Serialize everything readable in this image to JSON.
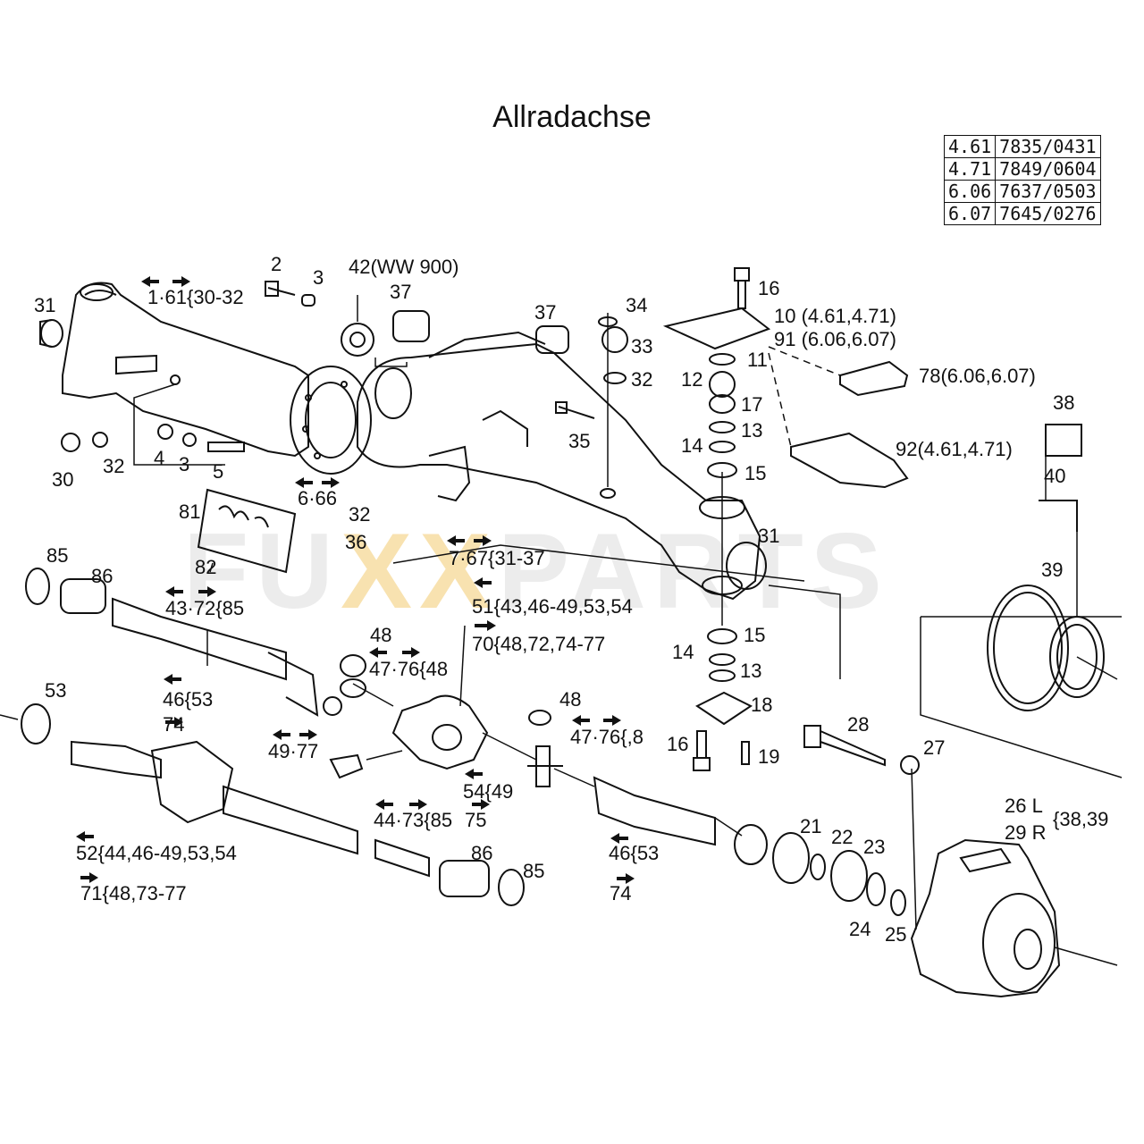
{
  "title": "Allradachse",
  "models_table": [
    {
      "model": "4.61",
      "code": "7835/0431"
    },
    {
      "model": "4.71",
      "code": "7849/0604"
    },
    {
      "model": "6.06",
      "code": "7637/0503"
    },
    {
      "model": "6.07",
      "code": "7645/0276"
    }
  ],
  "watermark": {
    "part1": "FU",
    "part2": "XX",
    "part3": "PARTS"
  },
  "callouts": [
    {
      "id": "c2",
      "text": "2"
    },
    {
      "id": "c3a",
      "text": "3"
    },
    {
      "id": "c42",
      "text": "42(WW 900)"
    },
    {
      "id": "c37a",
      "text": "37"
    },
    {
      "id": "c37b",
      "text": "37"
    },
    {
      "id": "c34",
      "text": "34"
    },
    {
      "id": "c33",
      "text": "33"
    },
    {
      "id": "c32a",
      "text": "32"
    },
    {
      "id": "c16a",
      "text": "16"
    },
    {
      "id": "c10",
      "text": "10 (4.61,4.71)"
    },
    {
      "id": "c91",
      "text": "91 (6.06,6.07)"
    },
    {
      "id": "c11",
      "text": "11"
    },
    {
      "id": "c78",
      "text": "78(6.06,6.07)"
    },
    {
      "id": "c12",
      "text": "12"
    },
    {
      "id": "c17",
      "text": "17"
    },
    {
      "id": "c13a",
      "text": "13"
    },
    {
      "id": "c14a",
      "text": "14"
    },
    {
      "id": "c15a",
      "text": "15"
    },
    {
      "id": "c92",
      "text": "92(4.61,4.71)"
    },
    {
      "id": "c38",
      "text": "38"
    },
    {
      "id": "c40",
      "text": "40"
    },
    {
      "id": "c31a",
      "text": "31"
    },
    {
      "id": "c161",
      "text": "1·61{30-32"
    },
    {
      "id": "c30",
      "text": "30"
    },
    {
      "id": "c32b",
      "text": "32"
    },
    {
      "id": "c4",
      "text": "4"
    },
    {
      "id": "c3b",
      "text": "3"
    },
    {
      "id": "c5",
      "text": "5"
    },
    {
      "id": "c35",
      "text": "35"
    },
    {
      "id": "c666",
      "text": "6·66"
    },
    {
      "id": "c81",
      "text": "81"
    },
    {
      "id": "c32c",
      "text": "32"
    },
    {
      "id": "c36",
      "text": "36"
    },
    {
      "id": "c82",
      "text": "82"
    },
    {
      "id": "c767",
      "text": "7·67{31-37"
    },
    {
      "id": "c31b",
      "text": "31"
    },
    {
      "id": "c39",
      "text": "39"
    },
    {
      "id": "c85a",
      "text": "85"
    },
    {
      "id": "c86a",
      "text": "86"
    },
    {
      "id": "c4372",
      "text": "43·72{85"
    },
    {
      "id": "c51",
      "text": "51{43,46-49,53,54"
    },
    {
      "id": "c70",
      "text": "70{48,72,74-77"
    },
    {
      "id": "c48a",
      "text": "48"
    },
    {
      "id": "c4776a",
      "text": "47·76{48"
    },
    {
      "id": "c15b",
      "text": "15"
    },
    {
      "id": "c14b",
      "text": "14"
    },
    {
      "id": "c13b",
      "text": "13"
    },
    {
      "id": "c18",
      "text": "18"
    },
    {
      "id": "c53a",
      "text": "53"
    },
    {
      "id": "c46a",
      "text": "46{53"
    },
    {
      "id": "c74a",
      "text": "74"
    },
    {
      "id": "c4977",
      "text": "49·77"
    },
    {
      "id": "c48b",
      "text": "48"
    },
    {
      "id": "c4776b",
      "text": "47·76{,8"
    },
    {
      "id": "c16b",
      "text": "16"
    },
    {
      "id": "c19",
      "text": "19"
    },
    {
      "id": "c28",
      "text": "28"
    },
    {
      "id": "c27",
      "text": "27"
    },
    {
      "id": "c54",
      "text": "54{49"
    },
    {
      "id": "c4473",
      "text": "44·73{85"
    },
    {
      "id": "c75",
      "text": "75"
    },
    {
      "id": "c26",
      "text": "26 L"
    },
    {
      "id": "c29",
      "text": "29 R"
    },
    {
      "id": "c3839",
      "text": "{38,39"
    },
    {
      "id": "c21",
      "text": "21"
    },
    {
      "id": "c22",
      "text": "22"
    },
    {
      "id": "c23",
      "text": "23"
    },
    {
      "id": "c24",
      "text": "24"
    },
    {
      "id": "c25",
      "text": "25"
    },
    {
      "id": "c52",
      "text": "52{44,46-49,53,54"
    },
    {
      "id": "c71",
      "text": "71{48,73-77"
    },
    {
      "id": "c86b",
      "text": "86"
    },
    {
      "id": "c85b",
      "text": "85"
    },
    {
      "id": "c46b",
      "text": "46{53"
    },
    {
      "id": "c74b",
      "text": "74"
    }
  ]
}
